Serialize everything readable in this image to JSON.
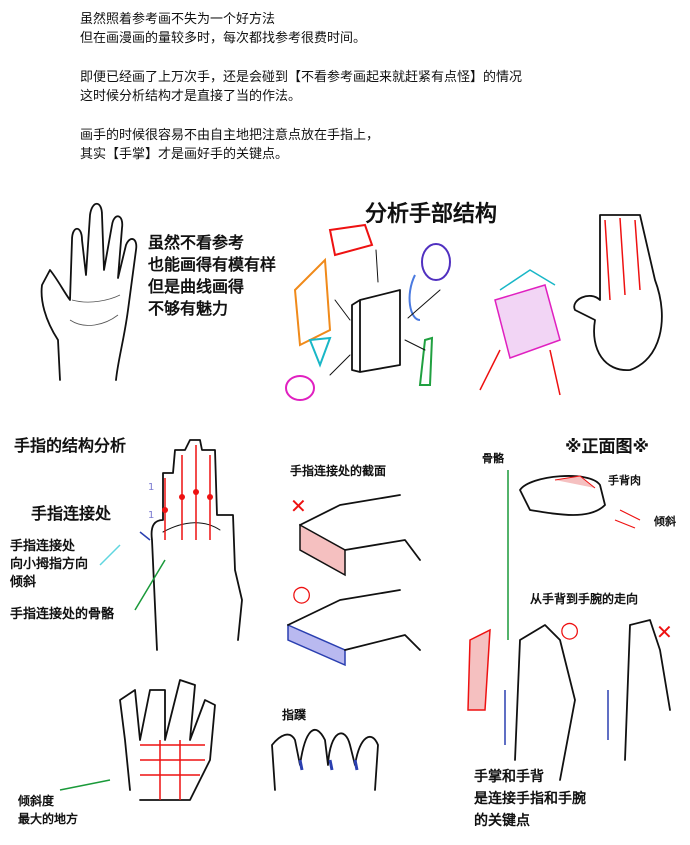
{
  "intro": {
    "p1": "虽然照着参考画不失为一个好方法\n但在画漫画的量较多时，每次都找参考很费时间。",
    "p2": "即便已经画了上万次手，还是会碰到【不看参考画起来就赶紧有点怪】的情况\n这时候分析结构才是直接了当的作法。",
    "p3": "画手的时候很容易不由自主地把注意点放在手指上，\n其实【手掌】才是画好手的关键点。"
  },
  "top_section": {
    "caption": "虽然不看参考\n也能画得有模有样\n但是曲线画得\n不够有魅力",
    "title": "分析手部结构"
  },
  "finger_section": {
    "title": "手指的结构分析",
    "joint_label": "手指连接处",
    "tilt_label": "手指连接处\n向小拇指方向\n倾斜",
    "bone_label": "手指连接处的骨骼",
    "ratio_marks": [
      "1",
      "1"
    ],
    "cross_section_title": "手指连接处的截面",
    "wrong_mark": "✕",
    "right_mark": "○"
  },
  "front_view": {
    "title": "※正面图※",
    "bone_label": "骨骼",
    "back_flesh_label": "手背肉",
    "tilt_label": "倾斜",
    "direction_label": "从手背到手腕的走向",
    "right_mark": "○",
    "wrong_mark": "✕"
  },
  "bottom_section": {
    "max_tilt_label": "倾斜度\n最大的地方",
    "web_label": "指蹼",
    "key_label": "手掌和手背\n是连接手指和手腕\n的关键点"
  },
  "colors": {
    "red": "#e11111",
    "blue": "#2a3fb0",
    "green": "#1a9a3a",
    "cyan": "#5fd6e0"
  }
}
